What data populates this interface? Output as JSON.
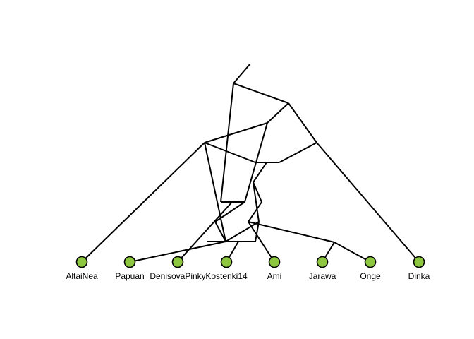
{
  "colors": {
    "background": "#ffffff",
    "edge": "#000000",
    "leaf_fill": "#8dc63f",
    "leaf_stroke": "#000000"
  },
  "graph": {
    "leaves": [
      {
        "id": "altainea",
        "label": "AltaiNea"
      },
      {
        "id": "papuan",
        "label": "Papuan"
      },
      {
        "id": "denisovapinky",
        "label": "DenisovaPinky"
      },
      {
        "id": "kostenki14",
        "label": "Kostenki14"
      },
      {
        "id": "ami",
        "label": "Ami"
      },
      {
        "id": "jarawa",
        "label": "Jarawa"
      },
      {
        "id": "onge",
        "label": "Onge"
      },
      {
        "id": "dinka",
        "label": "Dinka"
      }
    ]
  }
}
